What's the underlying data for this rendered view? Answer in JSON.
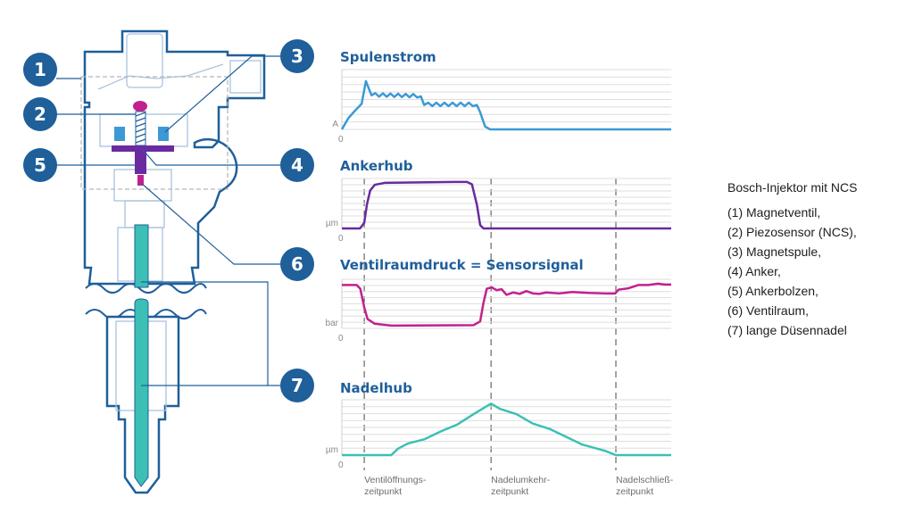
{
  "callouts": [
    "1",
    "2",
    "3",
    "4",
    "5",
    "6",
    "7"
  ],
  "legend": {
    "title": "Bosch-Injektor mit NCS",
    "items": [
      "(1) Magnetventil,",
      "(2) Piezosensor (NCS),",
      "(3) Magnetspule,",
      "(4) Anker,",
      "(5) Ankerbolzen,",
      "(6) Ventilraum,",
      "(7) lange Düsennadel"
    ]
  },
  "colors": {
    "brand": "#1f5f9a",
    "current": "#3b9ad6",
    "armature": "#6a2aa0",
    "pressure": "#c2208f",
    "needle": "#3cc0b5"
  },
  "chart_data": [
    {
      "type": "line",
      "title": "Spulenstrom",
      "ylabel": "A",
      "zero": "0",
      "xlim": [
        0,
        100
      ],
      "ylim": [
        0,
        1
      ],
      "color": "#3b9ad6",
      "points": [
        [
          0,
          0
        ],
        [
          2,
          0.2
        ],
        [
          4,
          0.33
        ],
        [
          6,
          0.45
        ],
        [
          7.3,
          0.85
        ],
        [
          9,
          0.6
        ],
        [
          24,
          0.58
        ],
        [
          25,
          0.43
        ],
        [
          41,
          0.43
        ],
        [
          42,
          0.3
        ],
        [
          43.5,
          0.05
        ],
        [
          45,
          0
        ],
        [
          100,
          0
        ]
      ],
      "ripple": [
        [
          9,
          24
        ],
        [
          25,
          41
        ]
      ]
    },
    {
      "type": "line",
      "title": "Ankerhub",
      "ylabel": "µm",
      "zero": "0",
      "xlim": [
        0,
        100
      ],
      "ylim": [
        0,
        1
      ],
      "color": "#6a2aa0",
      "points": [
        [
          0,
          0
        ],
        [
          5.5,
          0
        ],
        [
          6.8,
          0.12
        ],
        [
          7.6,
          0.5
        ],
        [
          8.6,
          0.8
        ],
        [
          10,
          0.92
        ],
        [
          13,
          0.96
        ],
        [
          35,
          0.98
        ],
        [
          38,
          0.98
        ],
        [
          39.5,
          0.93
        ],
        [
          41,
          0.5
        ],
        [
          42,
          0.07
        ],
        [
          43,
          0
        ],
        [
          100,
          0
        ]
      ]
    },
    {
      "type": "line",
      "title": "Ventilraumdruck = Sensorsignal",
      "ylabel": "bar",
      "zero": "0",
      "xlim": [
        0,
        100
      ],
      "ylim": [
        0,
        1
      ],
      "color": "#c2208f",
      "points": [
        [
          0,
          0.93
        ],
        [
          4.5,
          0.93
        ],
        [
          5.6,
          0.85
        ],
        [
          6.8,
          0.45
        ],
        [
          7.8,
          0.2
        ],
        [
          10,
          0.1
        ],
        [
          15,
          0.06
        ],
        [
          40,
          0.07
        ],
        [
          42,
          0.15
        ],
        [
          43,
          0.55
        ],
        [
          44,
          0.85
        ],
        [
          45.5,
          0.88
        ],
        [
          47,
          0.82
        ],
        [
          48.5,
          0.84
        ],
        [
          50,
          0.72
        ],
        [
          52,
          0.77
        ],
        [
          54,
          0.74
        ],
        [
          56,
          0.8
        ],
        [
          58,
          0.75
        ],
        [
          60,
          0.74
        ],
        [
          62,
          0.77
        ],
        [
          66,
          0.75
        ],
        [
          70,
          0.78
        ],
        [
          75,
          0.76
        ],
        [
          80,
          0.75
        ],
        [
          83,
          0.75
        ],
        [
          84,
          0.83
        ],
        [
          87,
          0.86
        ],
        [
          90,
          0.93
        ],
        [
          93,
          0.93
        ],
        [
          96,
          0.96
        ],
        [
          98,
          0.94
        ],
        [
          100,
          0.94
        ]
      ]
    },
    {
      "type": "line",
      "title": "Nadelhub",
      "ylabel": "µm",
      "zero": "0",
      "xlim": [
        0,
        100
      ],
      "ylim": [
        0,
        1
      ],
      "color": "#3cc0b5",
      "points": [
        [
          0,
          0
        ],
        [
          15,
          0
        ],
        [
          17,
          0.12
        ],
        [
          20,
          0.22
        ],
        [
          25,
          0.3
        ],
        [
          30,
          0.45
        ],
        [
          35,
          0.58
        ],
        [
          40,
          0.78
        ],
        [
          45.3,
          0.98
        ],
        [
          48,
          0.88
        ],
        [
          53,
          0.78
        ],
        [
          58,
          0.6
        ],
        [
          63,
          0.5
        ],
        [
          68,
          0.35
        ],
        [
          73,
          0.2
        ],
        [
          80,
          0.08
        ],
        [
          83.2,
          0
        ],
        [
          100,
          0
        ]
      ]
    }
  ],
  "events": [
    {
      "t": 6.8,
      "line1": "Ventilöffnungs-",
      "line2": "zeitpunkt"
    },
    {
      "t": 45.3,
      "line1": "Nadelumkehr-",
      "line2": "zeitpunkt"
    },
    {
      "t": 83.2,
      "line1": "Nadelschließ-",
      "line2": "zeitpunkt"
    }
  ]
}
